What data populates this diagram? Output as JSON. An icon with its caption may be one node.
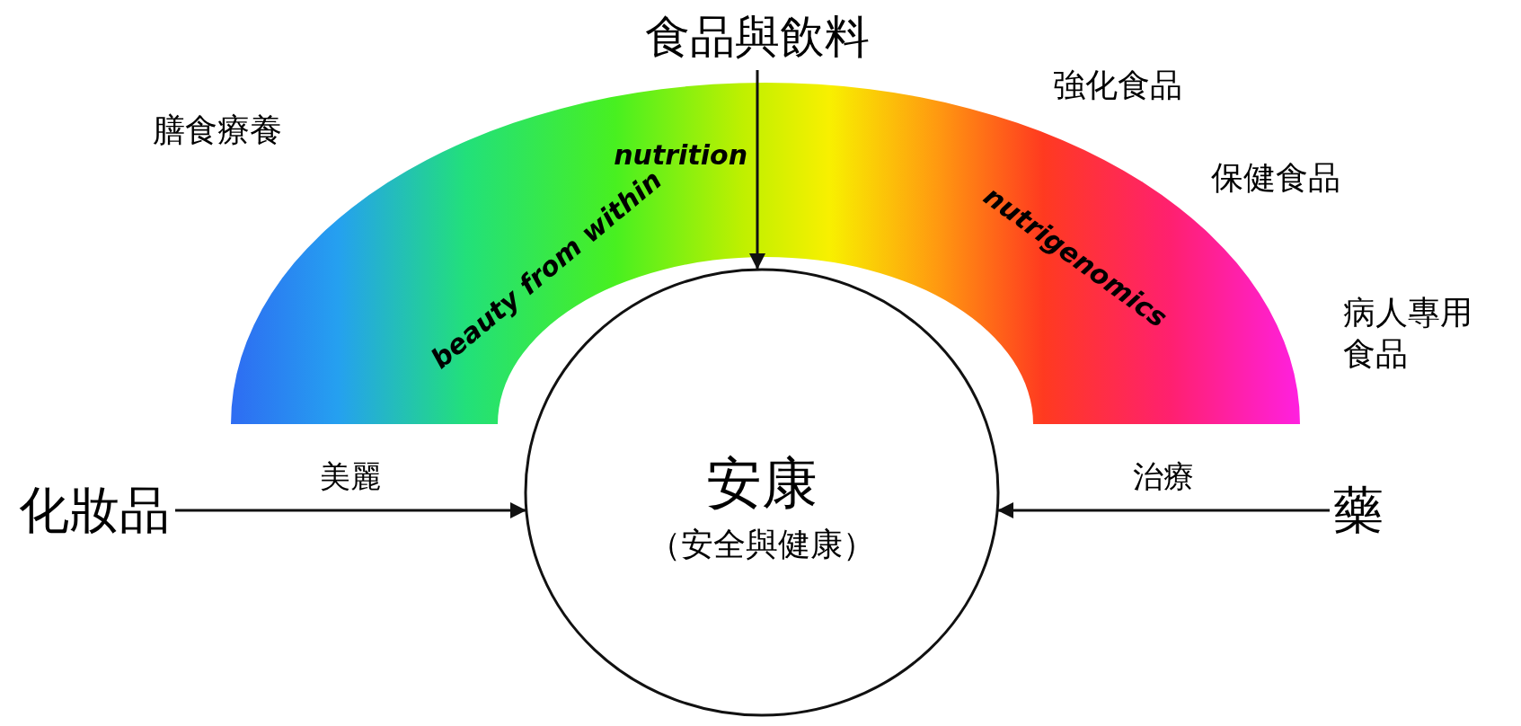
{
  "diagram": {
    "nodes": [
      {
        "text": [
          "食品與飲料"
        ]
      },
      {
        "text": [
          "安康",
          "（安全與健康）"
        ]
      },
      {
        "text": [
          "化妝品"
        ]
      },
      {
        "text": [
          "藥"
        ]
      }
    ],
    "edges": [
      {
        "from": 0,
        "to": 1,
        "arrow": "to"
      },
      {
        "from": 2,
        "to": 1,
        "arrow": "to",
        "label": "美麗"
      },
      {
        "from": 3,
        "to": 1,
        "arrow": "to",
        "label": "治療"
      }
    ],
    "labels": [
      "膳食療養",
      "強化食品",
      "保健食品",
      "病人專用食品",
      "beauty from within",
      "nutrition",
      "nutrigenomics"
    ]
  }
}
